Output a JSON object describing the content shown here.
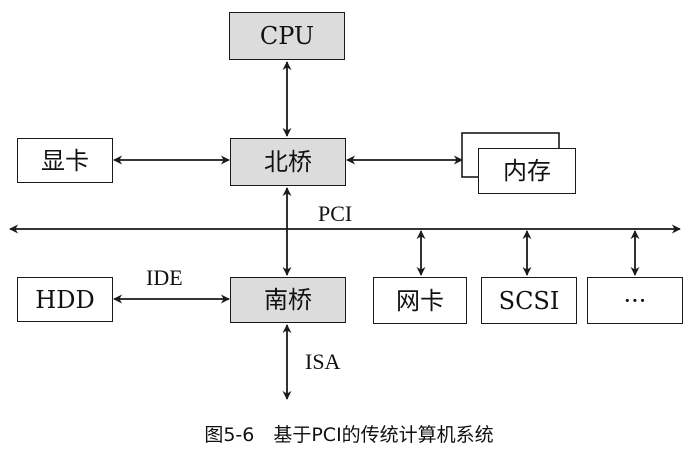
{
  "diagram": {
    "nodes": {
      "cpu": "CPU",
      "north_bridge": "北桥",
      "video_card": "显卡",
      "memory": "内存",
      "south_bridge": "南桥",
      "hdd": "HDD",
      "nic": "网卡",
      "scsi": "SCSI",
      "more": "···"
    },
    "labels": {
      "pci_bus": "PCI",
      "ide": "IDE",
      "isa": "ISA"
    },
    "colors": {
      "highlight_fill": "#dcdcdc",
      "line": "#1a1a1a"
    }
  },
  "caption": "图5-6　基于PCI的传统计算机系统"
}
